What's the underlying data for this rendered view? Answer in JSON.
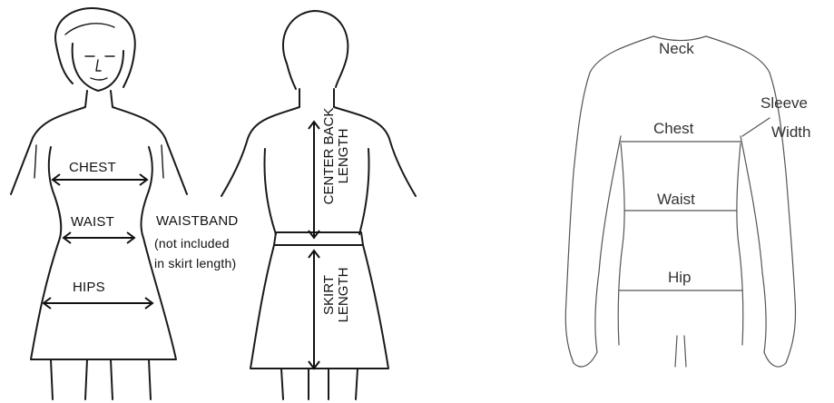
{
  "front_figure": {
    "chest": "CHEST",
    "waist": "WAIST",
    "hips": "HIPS"
  },
  "waistband_note": {
    "title": "WAISTBAND",
    "line1": "(not included",
    "line2": "in skirt length)"
  },
  "back_figure": {
    "center_back_line1": "CENTER BACK",
    "center_back_line2": "LENGTH",
    "skirt_line1": "SKIRT",
    "skirt_line2": "LENGTH"
  },
  "male_figure": {
    "neck": "Neck",
    "sleeve_line1": "Sleeve",
    "sleeve_line2": "Width",
    "chest": "Chest",
    "waist": "Waist",
    "hip": "Hip"
  }
}
